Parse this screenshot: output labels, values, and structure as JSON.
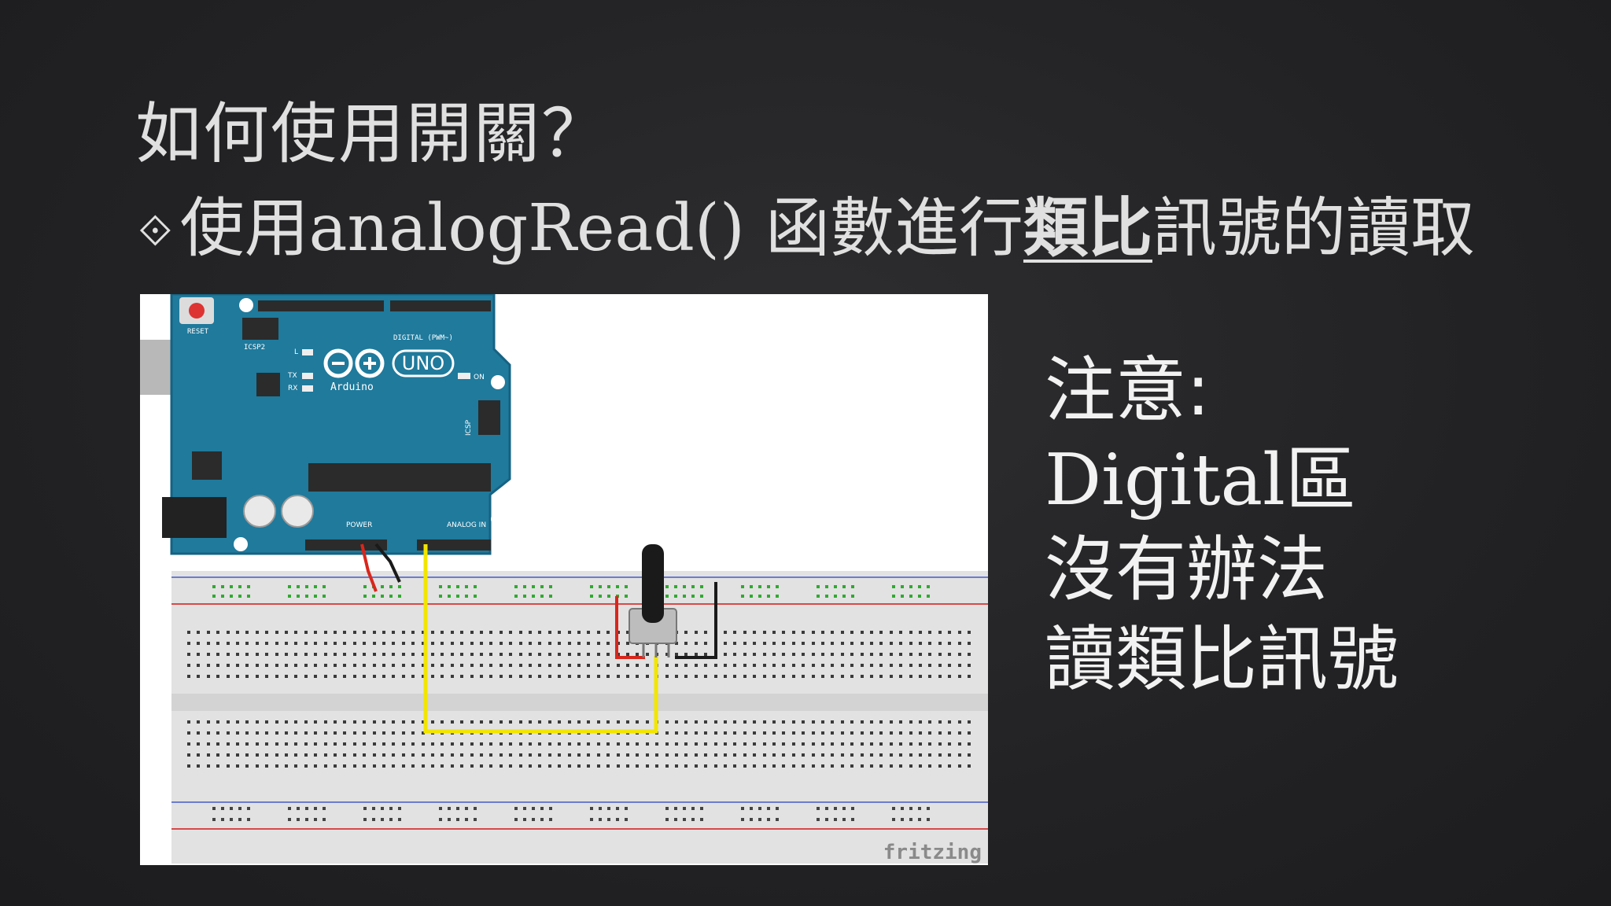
{
  "slide": {
    "title": "如何使用開關？",
    "subtitle": {
      "bullet": "⟐",
      "prefix": "使用",
      "function_name": "analogRead()",
      "middle": " 函數進行",
      "emphasis": "類比",
      "suffix": "訊號的讀取"
    },
    "note": [
      "注意:",
      "Digital區",
      "沒有辦法",
      "讀類比訊號"
    ]
  },
  "figure": {
    "board_logo": "UNO",
    "board_brand": "Arduino",
    "reset_label": "RESET",
    "icsp2_label": "ICSP2",
    "icsp_label": "ICSP",
    "digital_label": "DIGITAL (PWM~)",
    "power_label": "POWER",
    "analog_label": "ANALOG IN",
    "l_label": "L",
    "tx_label": "TX",
    "rx_label": "RX",
    "on_label": "ON",
    "watermark": "fritzing"
  },
  "colors": {
    "background": "#252527",
    "board_blue": "#1f7a9c",
    "wire_yellow": "#f2e600",
    "wire_red": "#d9261c",
    "wire_black": "#1a1a1a"
  }
}
